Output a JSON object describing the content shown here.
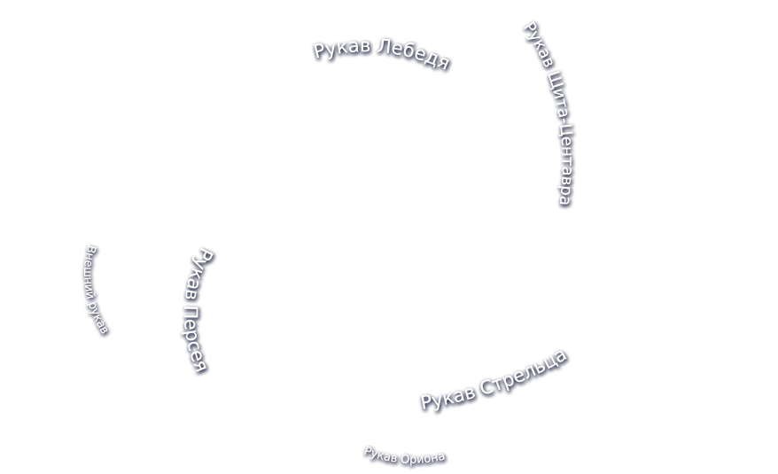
{
  "map": {
    "labels": {
      "cygnus_arm": "Рукав Лебедя",
      "scutum_centaurus_arm": "Рукав Щита-Центавра",
      "perseus_arm": "Рукав Персея",
      "outer_arm": "Внешний рукав",
      "sagittarius_arm": "Рукав Стрельца",
      "orion_arm": "Рукав Ориона"
    },
    "colors": {
      "text": "#ffffff",
      "shadow": "#1a1f3a",
      "background": "#ffffff"
    }
  }
}
